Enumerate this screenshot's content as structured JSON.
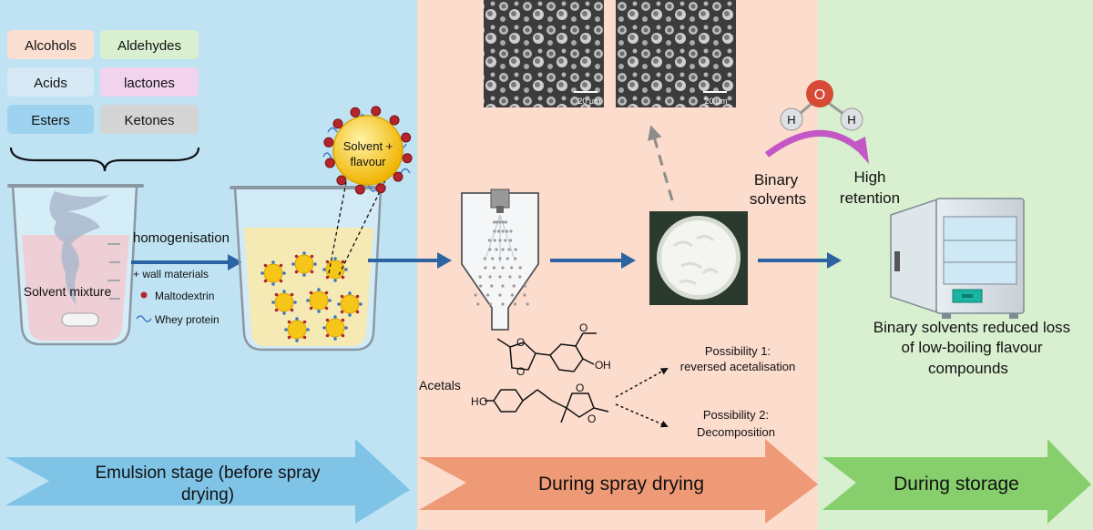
{
  "compound_classes": [
    "Alcohols",
    "Aldehydes",
    "Acids",
    "lactones",
    "Esters",
    "Ketones"
  ],
  "colors": {
    "emulsion_bg": "#bfe3f3",
    "spray_bg": "#fbdccd",
    "storage_bg": "#d8f0cf",
    "emulsion_arrow": "#7fc4e6",
    "spray_arrow": "#ef9a76",
    "storage_arrow": "#86cf6c",
    "flow_arrow": "#2b63a3",
    "tag_alcohols": "#fbe0d2",
    "tag_aldehydes": "#d8f0cf",
    "tag_acids": "#d8e9f6",
    "tag_lactones": "#f2d3ee",
    "tag_esters": "#9dd3ef",
    "tag_ketones": "#d4d4d4",
    "maltodextrin": "#b3262b",
    "whey_protein": "#3b78c4",
    "droplet": "#f5c518"
  },
  "emulsion": {
    "beaker_label": "Solvent mixture",
    "process_label": "homogenisation",
    "wall_materials_label": "+ wall materials",
    "maltodextrin_label": "Maltodextrin",
    "whey_label": "Whey protein",
    "droplet_label_line1": "Solvent +",
    "droplet_label_line2": "flavour",
    "banner_line1": "Emulsion stage (before spray",
    "banner_line2": "drying)"
  },
  "spray": {
    "sem_scale_left": "20 µm",
    "sem_scale_right": "20 µm",
    "acetals_label": "Acetals",
    "possibility1_line1": "Possibility 1:",
    "possibility1_line2": "reversed acetalisation",
    "possibility2_line1": "Possibility 2:",
    "possibility2_line2": "Decomposition",
    "banner": "During spray drying"
  },
  "storage": {
    "water_o": "O",
    "water_h": "H",
    "binary_line1": "Binary",
    "binary_line2": "solvents",
    "retention_line1": "High",
    "retention_line2": "retention",
    "summary_line1": "Binary solvents reduced loss",
    "summary_line2": "of low-boiling flavour",
    "summary_line3": "compounds",
    "banner": "During storage"
  }
}
